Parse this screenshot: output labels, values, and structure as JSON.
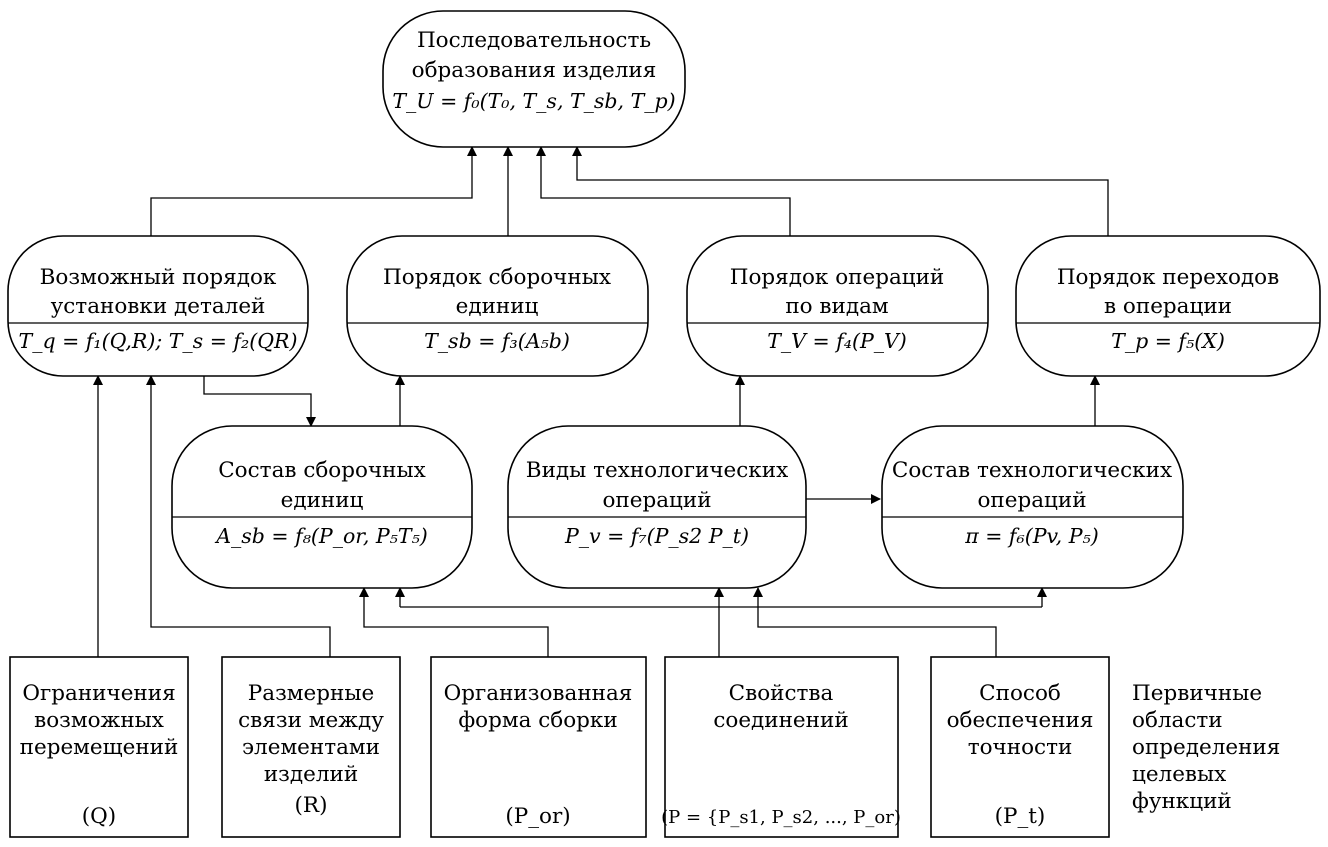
{
  "top_node": {
    "lines": [
      "Последовательность",
      "образования изделия"
    ],
    "formula": "T_U = f₀(T₀, T_s, T_sb, T_p)"
  },
  "nodes": {
    "installation_order": {
      "lines": [
        "Возможный порядок",
        "установки деталей"
      ],
      "formula": "T_q = f₁(Q,R); T_s = f₂(QR)"
    },
    "assembly_units_order": {
      "lines": [
        "Порядок сборочных",
        "единиц"
      ],
      "formula": "T_sb = f₃(A₅b)"
    },
    "operations_order": {
      "lines": [
        "Порядок операций",
        "по видам"
      ],
      "formula": "T_V = f₄(P_V)"
    },
    "transitions_order": {
      "lines": [
        "Порядок переходов",
        "в операции"
      ],
      "formula": "T_p = f₅(X)"
    },
    "assembly_units_composition": {
      "lines": [
        "Состав сборочных",
        "единиц"
      ],
      "formula": "A_sb = f₈(P_or, P₅T₅)"
    },
    "operation_types": {
      "lines": [
        "Виды технологических",
        "операций"
      ],
      "formula": "P_v = f₇(P_s2 P_t)"
    },
    "operations_composition": {
      "lines": [
        "Состав технологических",
        "операций"
      ],
      "formula": "π = f₆(Pv, P₅)"
    }
  },
  "inputs": {
    "restrictions": {
      "lines": [
        "Ограничения",
        "возможных",
        "перемещений"
      ],
      "symbol": "(Q)"
    },
    "dimensional_links": {
      "lines": [
        "Размерные",
        "связи между",
        "элементами",
        "изделий"
      ],
      "symbol": "(R)"
    },
    "assembly_form": {
      "lines": [
        "Организованная",
        "форма сборки"
      ],
      "symbol": "(P_or)"
    },
    "joint_properties": {
      "lines": [
        "Свойства",
        "соединений"
      ],
      "symbol": "(P = {P_s1, P_s2, ..., P_or)"
    },
    "accuracy_method": {
      "lines": [
        "Способ",
        "обеспечения",
        "точности"
      ],
      "symbol": "(P_t)"
    }
  },
  "side_label": {
    "lines": [
      "Первичные",
      "области",
      "определения",
      "целевых",
      "функций"
    ]
  }
}
